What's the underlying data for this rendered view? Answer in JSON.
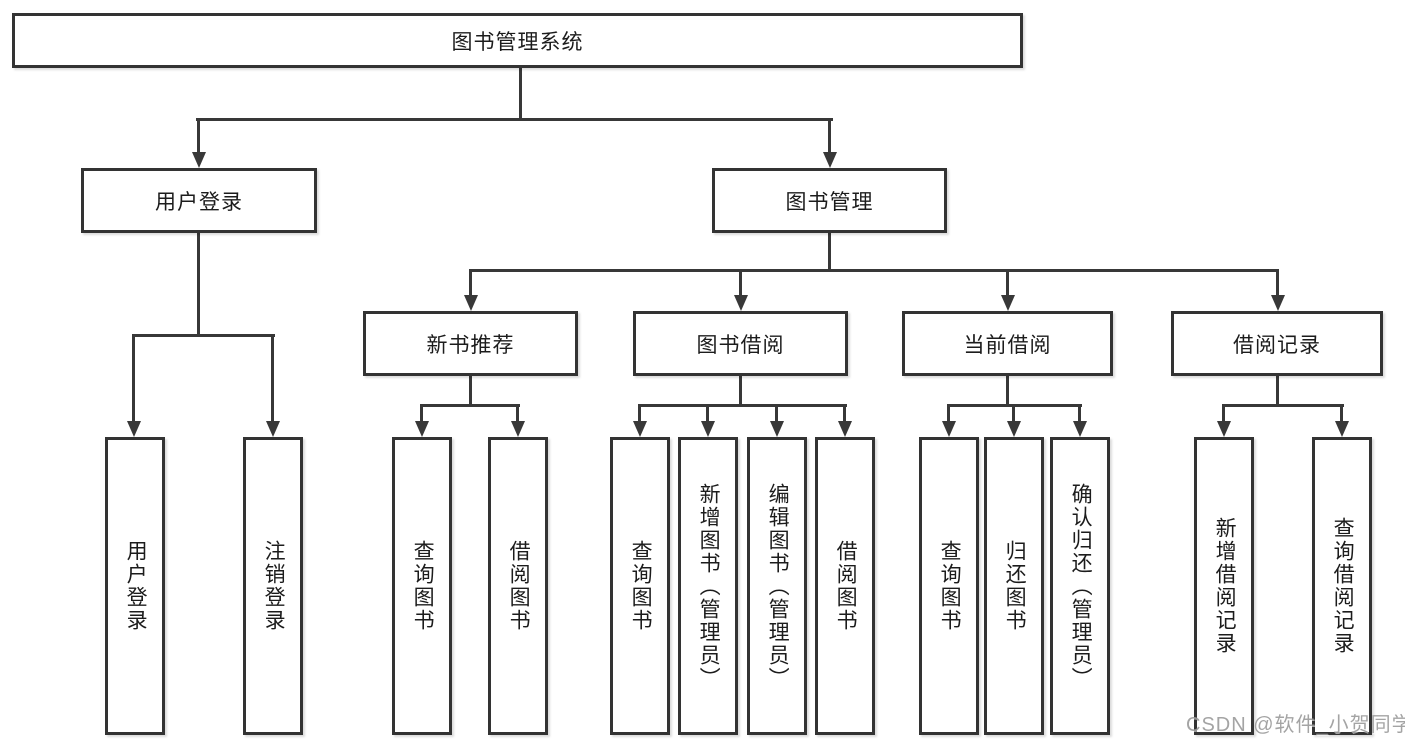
{
  "tree": {
    "root": {
      "label": "图书管理系统",
      "children": [
        {
          "label": "用户登录",
          "children": [
            {
              "label": "用户登录"
            },
            {
              "label": "注销登录"
            }
          ]
        },
        {
          "label": "图书管理",
          "children": [
            {
              "label": "新书推荐",
              "children": [
                {
                  "label": "查询图书"
                },
                {
                  "label": "借阅图书"
                }
              ]
            },
            {
              "label": "图书借阅",
              "children": [
                {
                  "label": "查询图书"
                },
                {
                  "label": "新增图书（管理员）"
                },
                {
                  "label": "编辑图书（管理员）"
                },
                {
                  "label": "借阅图书"
                }
              ]
            },
            {
              "label": "当前借阅",
              "children": [
                {
                  "label": "查询图书"
                },
                {
                  "label": "归还图书"
                },
                {
                  "label": "确认归还（管理员）"
                }
              ]
            },
            {
              "label": "借阅记录",
              "children": [
                {
                  "label": "新增借阅记录"
                },
                {
                  "label": "查询借阅记录"
                }
              ]
            }
          ]
        }
      ]
    }
  },
  "watermark": {
    "text": "CSDN @软件_小贺同学"
  },
  "colors": {
    "line": "#383838",
    "border": "#333333",
    "text": "#1c1c1c",
    "watermark": "#9b9b9b",
    "background": "#ffffff"
  }
}
